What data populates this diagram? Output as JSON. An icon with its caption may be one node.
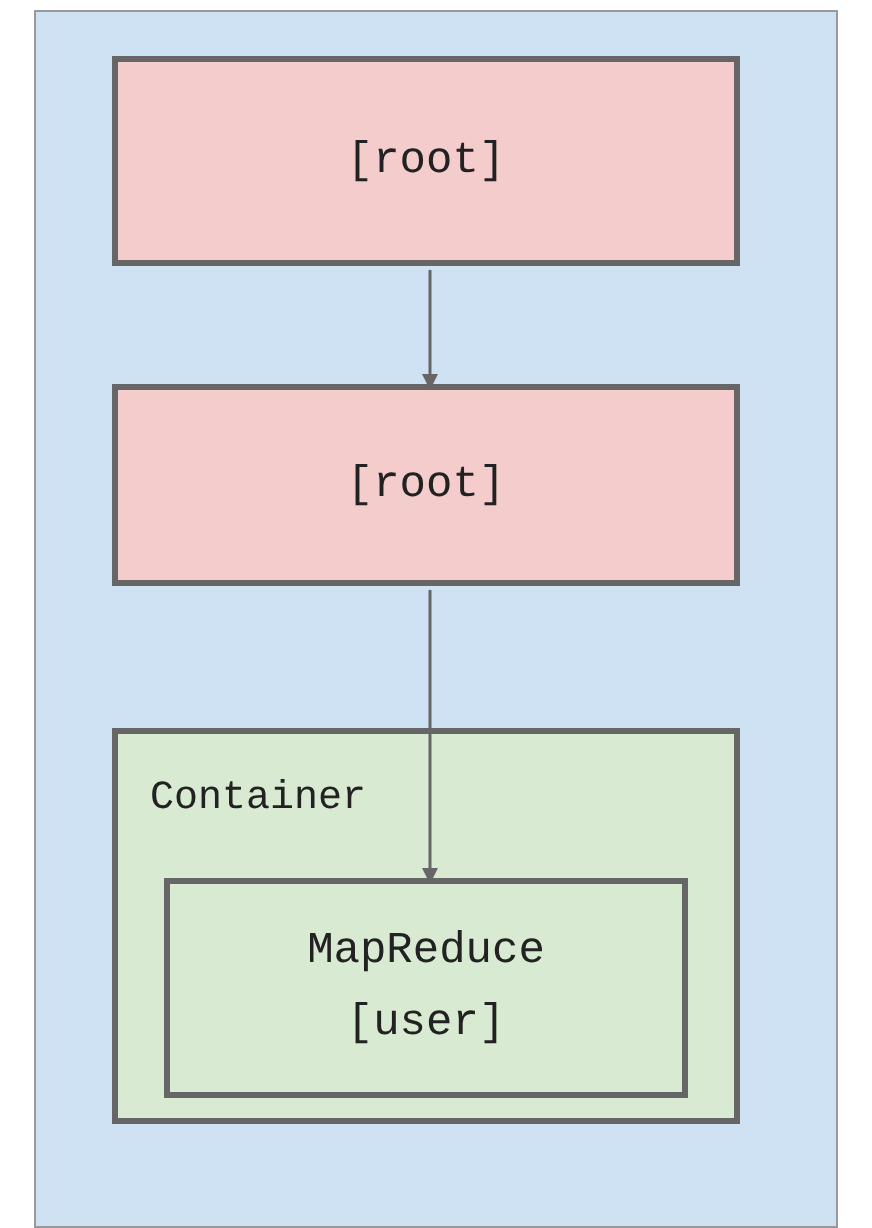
{
  "diagram": {
    "nodes": [
      {
        "text": [],
        "shape": "box"
      },
      {
        "text": [
          "[root]"
        ],
        "in": 0
      },
      {
        "text": [
          "[root]"
        ],
        "in": 0
      },
      {
        "text": [
          "Container"
        ],
        "in": 0
      },
      {
        "text": [
          "MapReduce [user]"
        ],
        "in": 3
      }
    ],
    "edges": [
      {
        "from": 1,
        "to": 2,
        "arrow": "to"
      },
      {
        "from": 2,
        "to": 4,
        "arrow": "to"
      }
    ]
  }
}
